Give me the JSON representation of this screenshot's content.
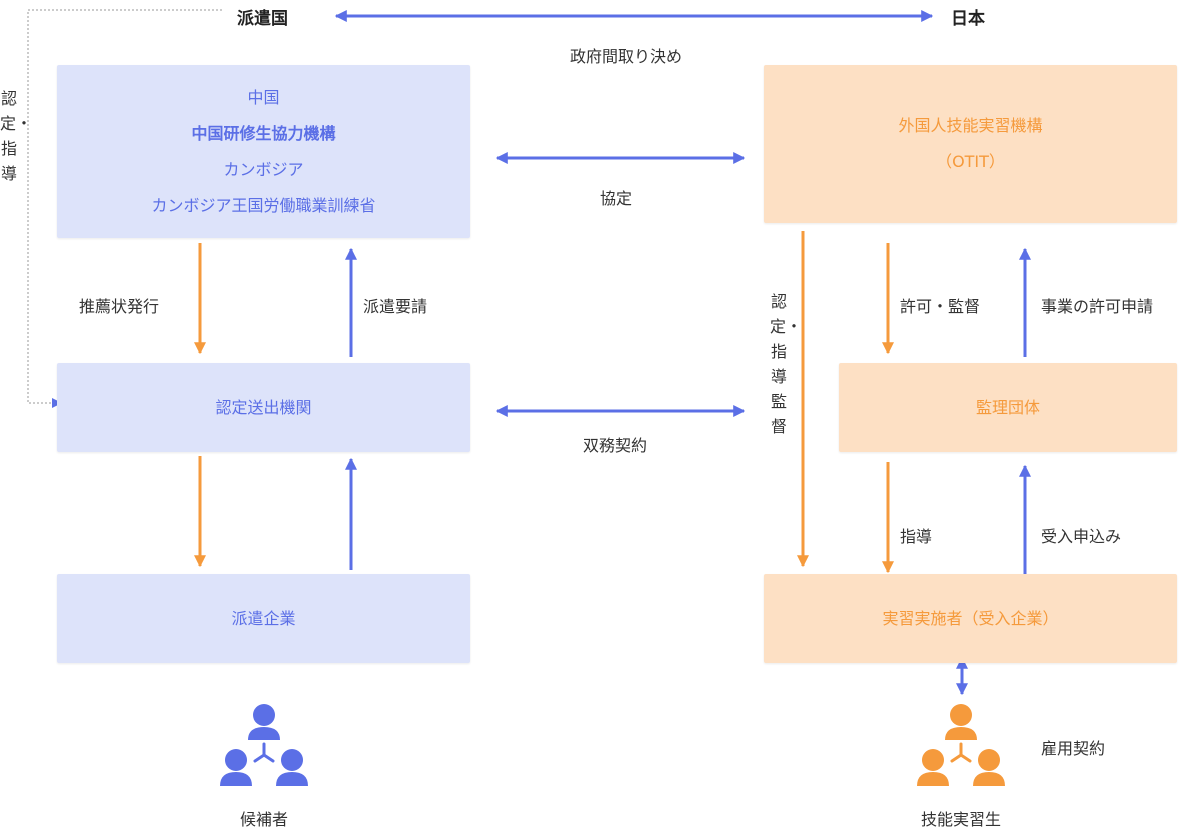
{
  "header": {
    "sending_country": "派遣国",
    "japan": "日本",
    "gov_agreement": "政府間取り決め"
  },
  "left": {
    "vertical_label": "認定・指導",
    "top_box": {
      "line1": "中国",
      "line2": "中国研修生協力機構",
      "line3": "カンボジア",
      "line4": "カンボジア王国労働職業訓練省"
    },
    "recommend_label": "推薦状発行",
    "dispatch_request_label": "派遣要請",
    "mid_box": "認定送出機関",
    "bottom_box": "派遣企業",
    "person_caption": "候補者"
  },
  "center": {
    "agreement": "協定",
    "mutual_contract": "双務契約"
  },
  "right": {
    "top_box": {
      "line1": "外国人技能実習機構",
      "line2": "（OTIT）"
    },
    "vertical_label": "認定・指導監督",
    "permit_label": "許可・監督",
    "business_permit_label": "事業の許可申請",
    "mid_box": "監理団体",
    "guidance_label": "指導",
    "acceptance_label": "受入申込み",
    "bottom_box": "実習実施者（受入企業）",
    "employment_contract": "雇用契約",
    "person_caption": "技能実習生"
  },
  "colors": {
    "blue": "#5b6fe6",
    "orange": "#f59a3c",
    "blue_box": "#dde3fa",
    "orange_box": "#fde0c4"
  },
  "icons": [
    "person-group-icon-blue",
    "person-group-icon-orange"
  ]
}
